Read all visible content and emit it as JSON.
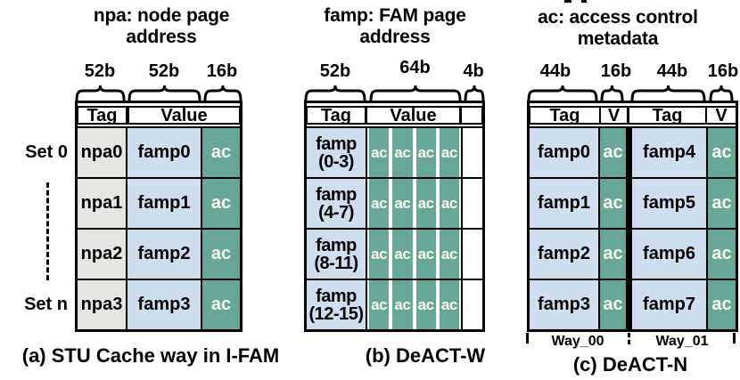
{
  "colors": {
    "tag_gray": "#e5e5e2",
    "value_blue": "#cfdeef",
    "ac_teal": "#68a796",
    "border": "#000000"
  },
  "panels": [
    {
      "title_line1": "npa: node page",
      "title_line2": "address",
      "bit_labels": [
        "52b",
        "52b",
        "16b"
      ],
      "headers": [
        "Tag",
        "Value"
      ],
      "set_label_first": "Set 0",
      "set_label_last": "Set n",
      "rows": [
        {
          "tag": "npa0",
          "value": "famp0",
          "ac": "ac"
        },
        {
          "tag": "npa1",
          "value": "famp1",
          "ac": "ac"
        },
        {
          "tag": "npa2",
          "value": "famp2",
          "ac": "ac"
        },
        {
          "tag": "npa3",
          "value": "famp3",
          "ac": "ac"
        }
      ],
      "caption": "(a) STU Cache way in I-FAM"
    },
    {
      "title_line1": "famp: FAM page",
      "title_line2": "address",
      "bit_labels": [
        "52b",
        "64b",
        "4b"
      ],
      "headers": [
        "Tag",
        "Value"
      ],
      "rows": [
        {
          "tag_line1": "famp",
          "tag_line2": "(0-3)",
          "ac": [
            "ac",
            "ac",
            "ac",
            "ac"
          ]
        },
        {
          "tag_line1": "famp",
          "tag_line2": "(4-7)",
          "ac": [
            "ac",
            "ac",
            "ac",
            "ac"
          ]
        },
        {
          "tag_line1": "famp",
          "tag_line2": "(8-11)",
          "ac": [
            "ac",
            "ac",
            "ac",
            "ac"
          ]
        },
        {
          "tag_line1": "famp",
          "tag_line2": "(12-15)",
          "ac": [
            "ac",
            "ac",
            "ac",
            "ac"
          ]
        }
      ],
      "caption": "(b) DeACT-W"
    },
    {
      "title_line1": "ac: access control",
      "title_line2": "metadata",
      "bit_labels": [
        "44b",
        "16b",
        "44b",
        "16b"
      ],
      "headers": [
        "Tag",
        "V",
        "Tag",
        "V"
      ],
      "rows": [
        {
          "tag_left": "famp0",
          "ac_left": "ac",
          "tag_right": "famp4",
          "ac_right": "ac"
        },
        {
          "tag_left": "famp1",
          "ac_left": "ac",
          "tag_right": "famp5",
          "ac_right": "ac"
        },
        {
          "tag_left": "famp2",
          "ac_left": "ac",
          "tag_right": "famp6",
          "ac_right": "ac"
        },
        {
          "tag_left": "famp3",
          "ac_left": "ac",
          "tag_right": "famp7",
          "ac_right": "ac"
        }
      ],
      "way_labels": [
        "Way_00",
        "Way_01"
      ],
      "caption": "(c) DeACT-N"
    }
  ]
}
